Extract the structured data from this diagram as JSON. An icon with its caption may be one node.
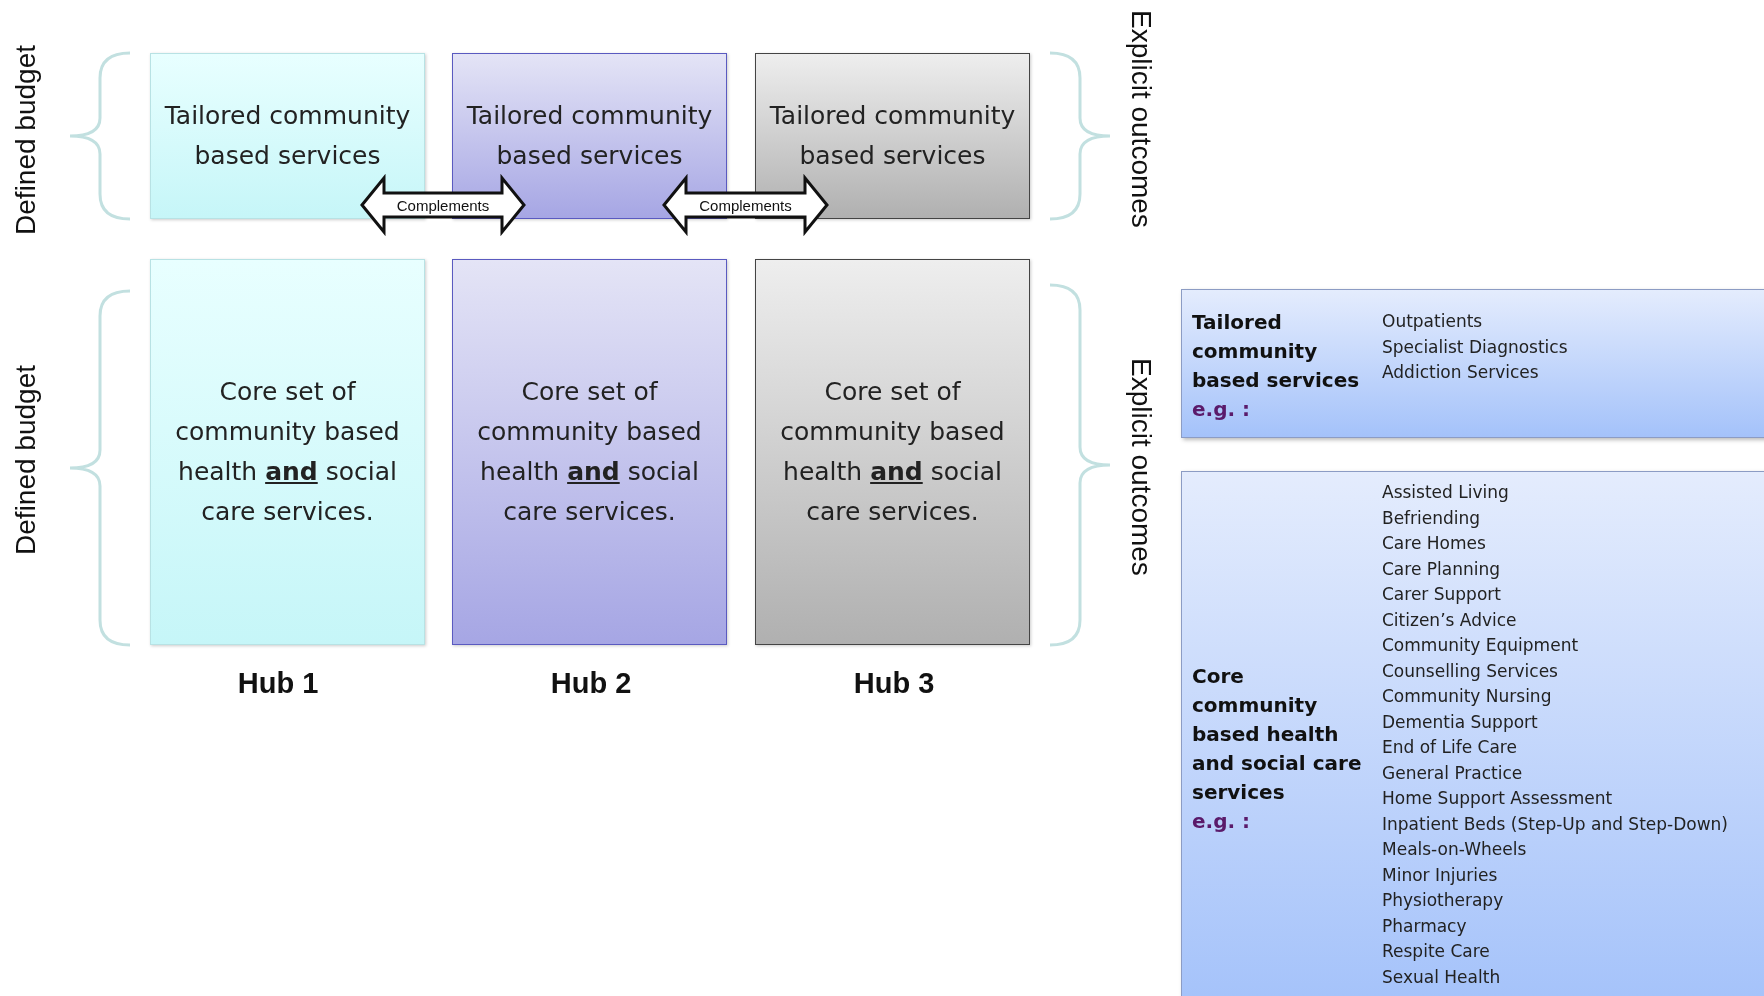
{
  "diagram": {
    "nodes": [
      {
        "text": [
          "Tailored community based services"
        ]
      },
      {
        "text": [
          "Tailored community based services"
        ]
      },
      {
        "text": [
          "Tailored community based services"
        ]
      },
      {
        "text": [
          "Core set of community based health **and** social care services."
        ]
      },
      {
        "text": [
          "Core set of community based health **and** social care services."
        ]
      },
      {
        "text": [
          "Core set of community based health **and** social care services."
        ]
      },
      {
        "text": [
          "Tailored community based services",
          "e.g. :",
          "Outpatients",
          "Specialist Diagnostics",
          "Addiction Services"
        ]
      },
      {
        "text": [
          "Core community based health and social care services",
          "e.g. :",
          "Assisted Living",
          "Befriending",
          "Care Homes",
          "Care Planning",
          "Carer Support",
          "Citizen’s Advice",
          "Community Equipment",
          "Counselling Services",
          "Community Nursing",
          "Dementia Support",
          "End of Life Care",
          "General Practice",
          "Home Support Assessment",
          "Inpatient Beds (Step-Up and Step-Down)",
          "Meals-on-Wheels",
          "Minor Injuries",
          "Physiotherapy",
          "Pharmacy",
          "Respite Care",
          "Sexual Health"
        ]
      }
    ],
    "edges": [
      {
        "from": 0,
        "to": 1,
        "arrow": "both",
        "label": "Complements"
      },
      {
        "from": 1,
        "to": 2,
        "arrow": "both",
        "label": "Complements"
      }
    ],
    "labels": [
      "Defined budget",
      "Explicit outcomes",
      "Defined budget",
      "Explicit outcomes",
      "Hub 1",
      "Hub 2",
      "Hub 3"
    ]
  }
}
